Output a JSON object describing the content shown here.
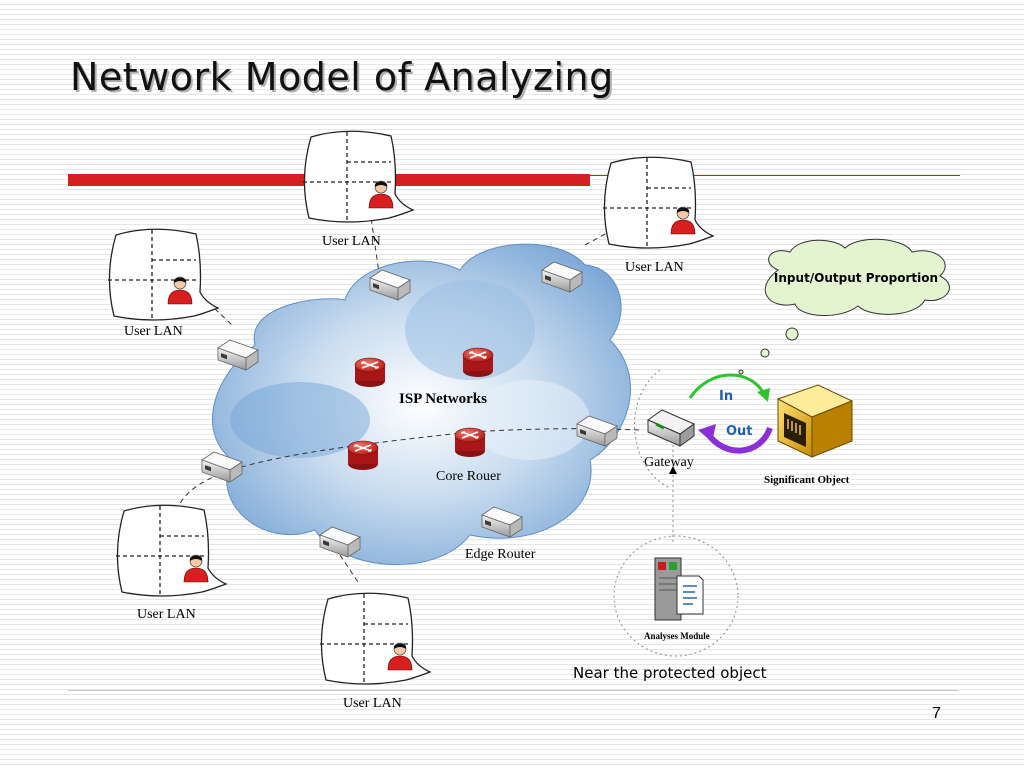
{
  "slide": {
    "title": "Network Model of Analyzing",
    "page_number": "7"
  },
  "network": {
    "center_label": "ISP Networks",
    "core_router_label": "Core Rouer",
    "edge_router_label": "Edge Router",
    "gateway_label": "Gateway",
    "user_lans": [
      {
        "label": "User LAN"
      },
      {
        "label": "User LAN"
      },
      {
        "label": "User LAN"
      },
      {
        "label": "User LAN"
      },
      {
        "label": "User LAN"
      }
    ]
  },
  "analysis": {
    "thought_bubble": "Input/Output Proportion",
    "in_label": "In",
    "out_label": "Out",
    "significant_object_label": "Significant Object",
    "analyses_module_label": "Analyses Module",
    "location_note": "Near the protected object"
  },
  "colors": {
    "title_bar": "#d42020",
    "cloud": "#7aa6d6",
    "router": "#d8342c",
    "in_arrow": "#2ec32e",
    "out_arrow": "#8b2fd6",
    "thought_bubble": "#e4f4d0",
    "label_blue": "#1e5fae"
  }
}
